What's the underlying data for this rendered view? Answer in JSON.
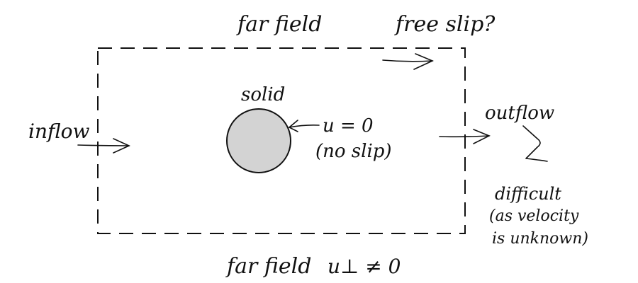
{
  "labels": {
    "far_field_top": "far field",
    "free_slip": "free slip?",
    "solid": "solid",
    "no_slip_eq": "u = 0",
    "no_slip_note": "(no slip)",
    "inflow": "inflow",
    "outflow": "outflow",
    "difficult_1": "difficult",
    "difficult_2": "(as velocity",
    "difficult_3": "is unknown)",
    "far_field_bottom_text": "far field",
    "far_field_bottom_eq": "u⊥ ≠ 0"
  },
  "colors": {
    "ink": "#111111",
    "solid_fill": "#d3d3d3"
  },
  "icons": {
    "obstacle": "circle",
    "arrows": "arrow-right"
  }
}
